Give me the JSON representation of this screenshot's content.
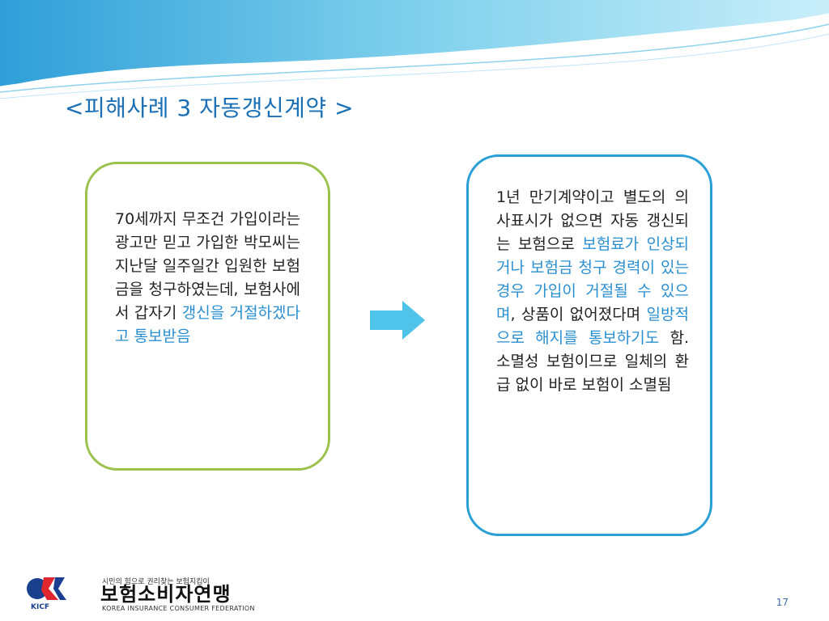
{
  "slide": {
    "title": "<피해사례 3 자동갱신계약 >",
    "page_number": "17"
  },
  "left_box": {
    "text_plain": "70세까지 무조건 가입이라는 광고만 믿고 가입한 박모씨는 지난달 일주일간 입원한 보험금을 청구하였는데, 보험사에서 갑자기 ",
    "text_highlight": "갱신을 거절하겠다고 통보받음"
  },
  "right_box": {
    "text_1": "1년 만기계약이고 별도의 의사표시가 없으면 자동 갱신되는 보험으로 ",
    "text_2_highlight": "보험료가 인상되거나 보험금 청구 경력이 있는 경우 가입이 거절될 수 있으며",
    "text_3": ", 상품이 없어졌다며 ",
    "text_4_highlight": "일방적으로 해지를 통보하기도",
    "text_5": " 함. 소멸성 보험이므로 일체의 환급 없이 바로 보험이 소멸됨"
  },
  "logo": {
    "abbr": "KICF",
    "slogan": "시민의 힘으로 권리찾는 보험지킴이",
    "name": "보험소비자연맹",
    "english": "KOREA INSURANCE CONSUMER FEDERATION"
  },
  "icons": {
    "arrow": "right-arrow-icon"
  },
  "colors": {
    "title": "#1a6fb5",
    "highlight": "#2a8fd0",
    "left_border": "#9cc14c",
    "right_border": "#2a9fd6",
    "arrow": "#4fc3ea"
  }
}
